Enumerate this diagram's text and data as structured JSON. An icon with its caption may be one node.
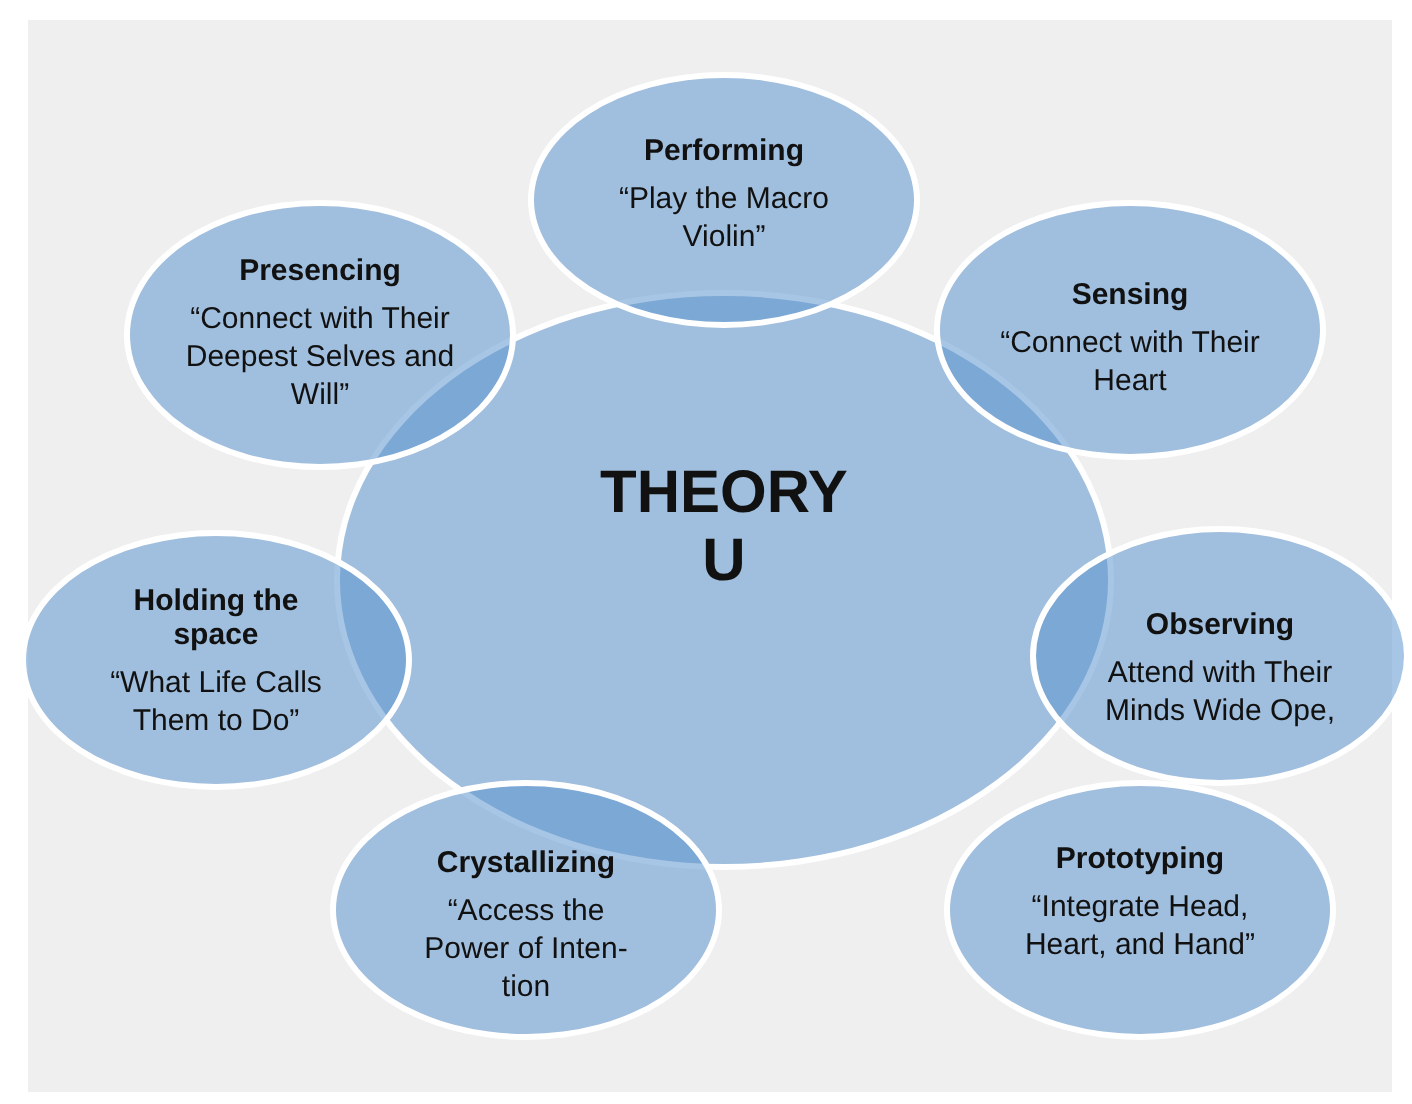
{
  "diagram": {
    "nodes": [
      {
        "text": [
          "THEORY U"
        ]
      },
      {
        "text": [
          "Performing",
          "“Play the Macro Violin”"
        ]
      },
      {
        "text": [
          "Sensing",
          "“Connect with Their Heart"
        ]
      },
      {
        "text": [
          "Observing",
          "Attend with Their Minds Wide Ope,"
        ]
      },
      {
        "text": [
          "Prototyping",
          "“Integrate Head, Heart, and Hand”"
        ]
      },
      {
        "text": [
          "Crystallizing",
          "“Access the Power of Inten- tion"
        ]
      },
      {
        "text": [
          "Holding the space",
          "“What Life Calls Them to Do”"
        ]
      },
      {
        "text": [
          "Presencing",
          "“Connect with Their Deepest Selves and Will”"
        ]
      }
    ],
    "edges": []
  }
}
